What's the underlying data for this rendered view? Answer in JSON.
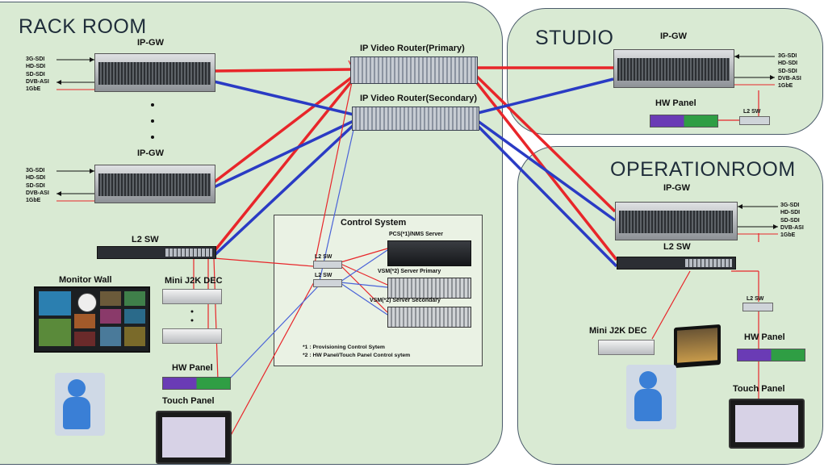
{
  "rooms": {
    "rack": {
      "title": "RACK ROOM"
    },
    "studio": {
      "title": "STUDIO"
    },
    "operation": {
      "title": "OPERATIONROOM"
    }
  },
  "routers": {
    "primary": "IP Video Router(Primary)",
    "secondary": "IP Video Router(Secondary)"
  },
  "rack": {
    "ipgw1": "IP-GW",
    "ipgw2": "IP-GW",
    "signals1": [
      "3G-SDI",
      "HD-SDI",
      "SD-SDI",
      "DVB-ASI",
      "1GbE"
    ],
    "signals2": [
      "3G-SDI",
      "HD-SDI",
      "SD-SDI",
      "DVB-ASI",
      "1GbE"
    ],
    "l2sw": "L2 SW",
    "monitor_wall": "Monitor Wall",
    "mini_dec": "Mini J2K DEC",
    "hw_panel": "HW Panel",
    "touch_panel": "Touch Panel"
  },
  "studio": {
    "ipgw": "IP-GW",
    "signals": [
      "3G-SDI",
      "HD-SDI",
      "SD-SDI",
      "DVB-ASI",
      "1GbE"
    ],
    "hw_panel": "HW Panel",
    "l2sw": "L2 SW"
  },
  "operation": {
    "ipgw": "IP-GW",
    "signals": [
      "3G-SDI",
      "HD-SDI",
      "SD-SDI",
      "DVB-ASI",
      "1GbE"
    ],
    "l2sw": "L2 SW",
    "l2sw_small": "L2 SW",
    "mini_dec": "Mini J2K DEC",
    "hw_panel": "HW Panel",
    "touch_panel": "Touch Panel"
  },
  "control": {
    "title": "Control System",
    "l2sw1": "L2 SW",
    "l2sw2": "L2 SW",
    "pcs": "PCS(*1)/NMS Server",
    "vsm_primary": "VSM(*2) Server Primary",
    "vsm_secondary": "VSM(*2) Server Secondary",
    "note1": "*1 : Provisioning Control Sytem",
    "note2": "*2 : HW Panel/Touch Panel Control sytem"
  },
  "colors": {
    "room_fill": "#d9ead3",
    "primary_link": "#e8262a",
    "secondary_link": "#2a3bc4",
    "control_link_red": "#d9534f",
    "control_link_blue": "#4a63d8",
    "panel_purple": "#6a3bb5",
    "panel_green": "#2f9e44"
  }
}
